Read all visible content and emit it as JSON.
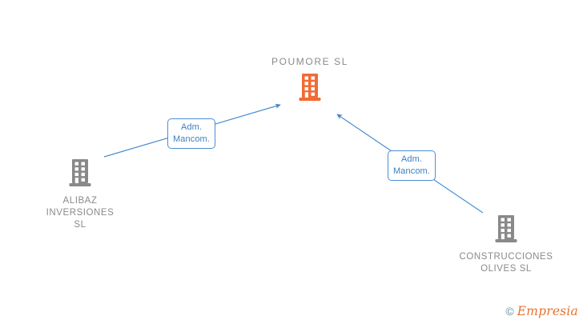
{
  "diagram": {
    "type": "org-relationship-graph",
    "background_color": "#ffffff",
    "root": {
      "name": "POUMORE SL",
      "icon": "building-icon",
      "icon_color": "#f26b34",
      "label_color": "#8a8a8a"
    },
    "children": [
      {
        "name": "ALIBAZ\nINVERSIONES\nSL",
        "icon": "building-icon",
        "icon_color": "#898989",
        "label_color": "#8a8a8a",
        "position": "bottom-left"
      },
      {
        "name": "CONSTRUCCIONES\nOLIVES SL",
        "icon": "building-icon",
        "icon_color": "#898989",
        "label_color": "#8a8a8a",
        "position": "bottom-right"
      }
    ],
    "edges": [
      {
        "from": "ALIBAZ INVERSIONES SL",
        "to": "POUMORE SL",
        "label": "Adm.\nMancom.",
        "line_color": "#4b8fd4",
        "label_text_color": "#3c7fc4",
        "label_border_color": "#4b8fd4"
      },
      {
        "from": "CONSTRUCCIONES OLIVES SL",
        "to": "POUMORE SL",
        "label": "Adm.\nMancom.",
        "line_color": "#4b8fd4",
        "label_text_color": "#3c7fc4",
        "label_border_color": "#4b8fd4"
      }
    ]
  },
  "watermark": {
    "copyright_symbol": "©",
    "brand": "Empresia",
    "brand_color": "#e8732d",
    "copyright_color": "#5b8fa0"
  }
}
